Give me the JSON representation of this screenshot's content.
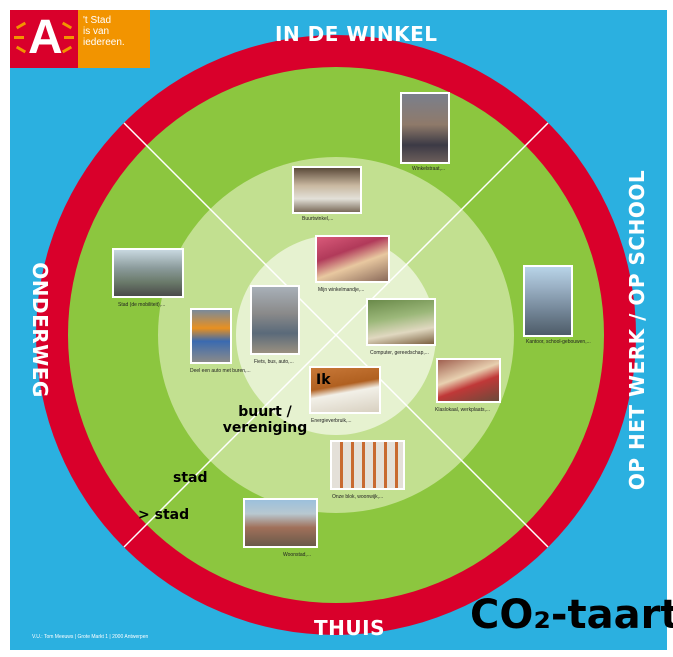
{
  "logo": {
    "letter": "A",
    "slogan_line1": "'t Stad",
    "slogan_line2": "is van",
    "slogan_line3": "iedereen."
  },
  "sections": {
    "top": "IN DE WINKEL",
    "right": "OP HET WERK / OP SCHOOL",
    "bottom": "THUIS",
    "left": "ONDERWEG"
  },
  "rings": {
    "center": "Ik",
    "second": "buurt / vereniging",
    "third": "stad",
    "outer": "> stad"
  },
  "photos": [
    {
      "caption": "Winkelstraat,..."
    },
    {
      "caption": "Buurtwinkel,..."
    },
    {
      "caption": "Mijn winkelmandje,..."
    },
    {
      "caption": "Kantoor, school-gebouwen,..."
    },
    {
      "caption": "Computer, gereedschap,..."
    },
    {
      "caption": "Klaslokaal, werkplaats,..."
    },
    {
      "caption": "Energieverbruik,..."
    },
    {
      "caption": "Onze blok, woonwijk,..."
    },
    {
      "caption": "Woonstad,..."
    },
    {
      "caption": "Stad (de mobiliteit),..."
    },
    {
      "caption": "Deel een auto met buren,..."
    },
    {
      "caption": "Fiets, bus, auto,..."
    }
  ],
  "title": {
    "text": "CO₂-taart"
  },
  "footer": {
    "text": "V.U.: Tom Meeuws | Grote Markt 1 | 2000 Antwerpen"
  },
  "colors": {
    "background": "#2bb0e0",
    "outer_ring": "#d9002b",
    "green_ring": "#8cc63f",
    "light_green": "#c2e090",
    "center": "#e6f2d0",
    "logo_red": "#d9002b",
    "logo_orange": "#f29400"
  }
}
